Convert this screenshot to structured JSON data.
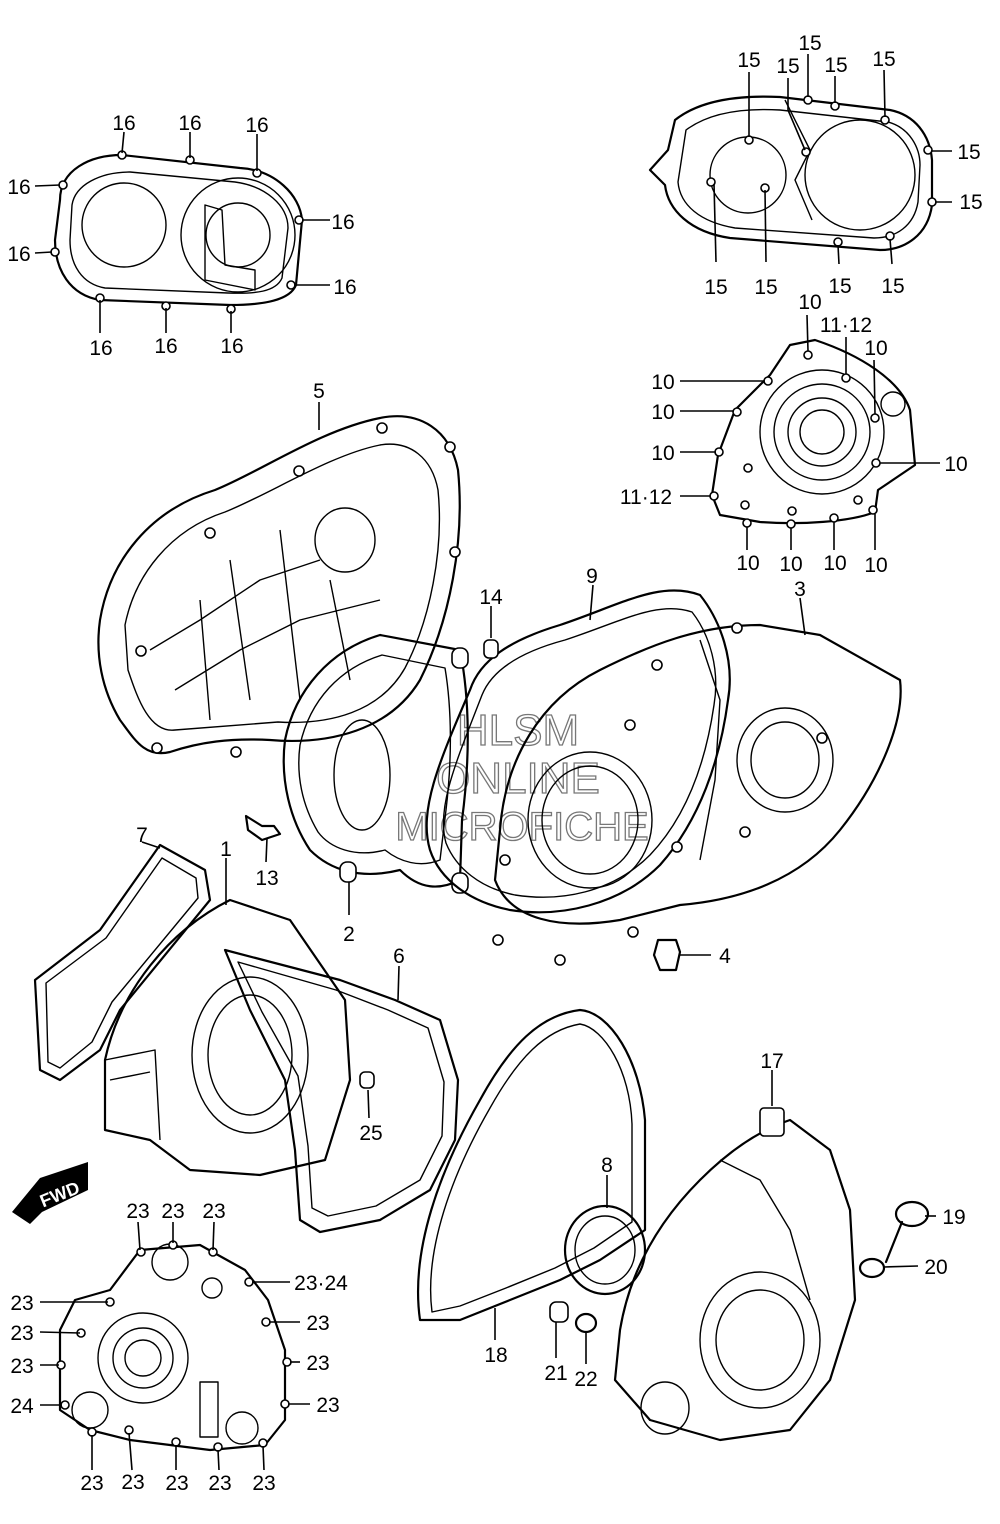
{
  "watermark": {
    "line1": "HLSM",
    "line2": "ONLINE",
    "line3": "MICROFICHE"
  },
  "direction_marker": {
    "label": "FWD"
  },
  "callouts": {
    "c1": "1",
    "c2": "2",
    "c3": "3",
    "c4": "4",
    "c5": "5",
    "c6": "6",
    "c7": "7",
    "c8": "8",
    "c9": "9",
    "c10a": "10",
    "c10b": "10",
    "c10c": "10",
    "c10d": "10",
    "c10e": "10",
    "c10f": "10",
    "c10g": "10",
    "c10h": "10",
    "c10i": "10",
    "c10j": "10",
    "c1112a": "11·12",
    "c1112b": "11·12",
    "c13": "13",
    "c14": "14",
    "c15a": "15",
    "c15b": "15",
    "c15c": "15",
    "c15d": "15",
    "c15e": "15",
    "c15f": "15",
    "c15g": "15",
    "c15h": "15",
    "c15i": "15",
    "c15j": "15",
    "c15k": "15",
    "c16a": "16",
    "c16b": "16",
    "c16c": "16",
    "c16d": "16",
    "c16e": "16",
    "c16f": "16",
    "c16g": "16",
    "c16h": "16",
    "c16i": "16",
    "c16j": "16",
    "c17": "17",
    "c18": "18",
    "c19": "19",
    "c20": "20",
    "c21": "21",
    "c22": "22",
    "c23a": "23",
    "c23b": "23",
    "c23c": "23",
    "c23d": "23",
    "c23e": "23",
    "c23f": "23",
    "c23g": "23",
    "c23h": "23",
    "c23i": "23",
    "c23j": "23",
    "c23k": "23",
    "c23l": "23",
    "c23m": "23",
    "c23n": "23",
    "c2324": "23·24",
    "c24": "24",
    "c25": "25"
  }
}
